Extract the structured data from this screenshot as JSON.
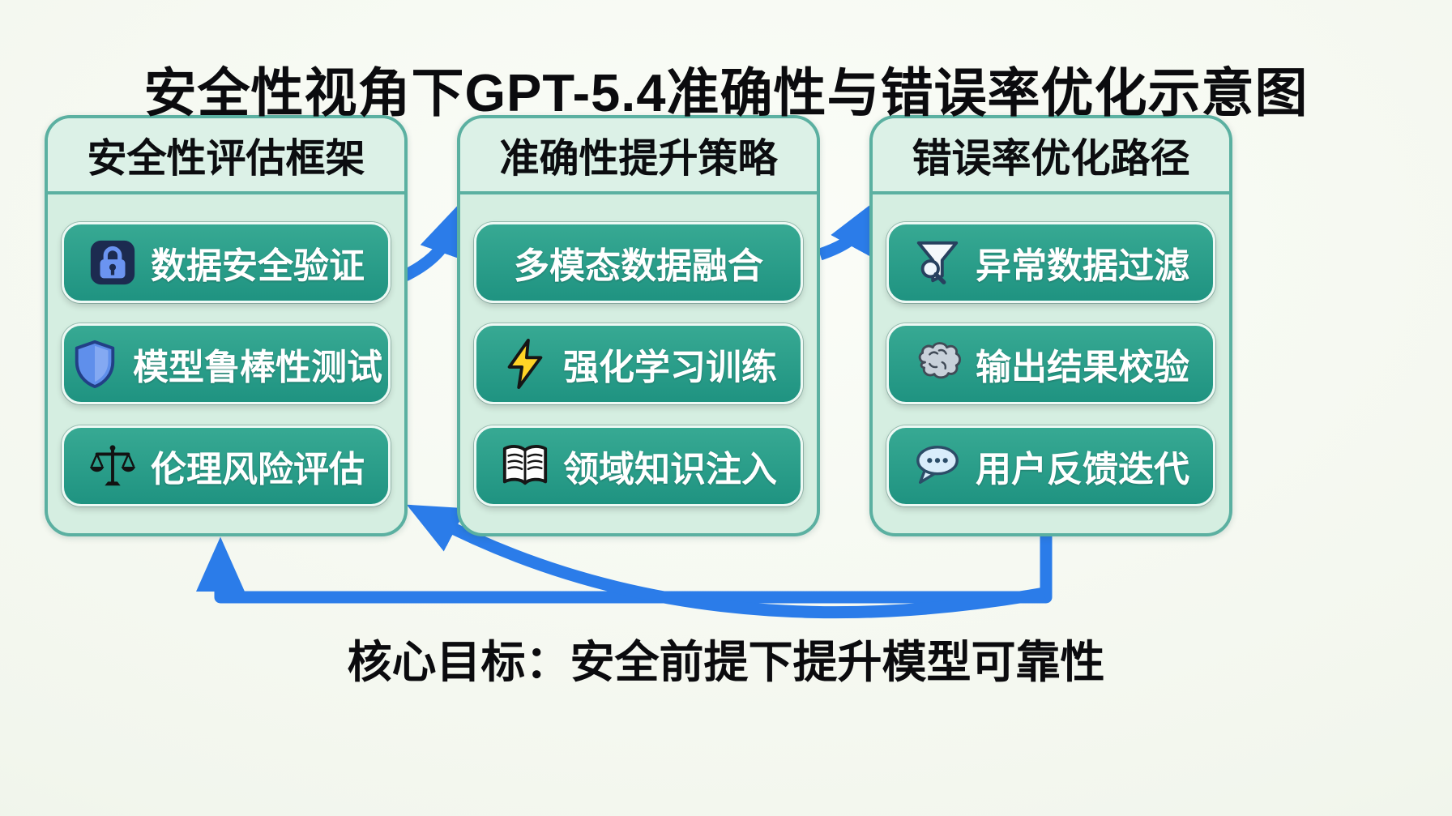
{
  "title": "安全性视角下GPT-5.4准确性与错误率优化示意图",
  "footer": "核心目标：安全前提下提升模型可靠性",
  "colors": {
    "arrow-color": "#2b7ce9",
    "pill-top": "#37a993",
    "pill-bottom": "#1f9381",
    "panel-bg": "#d5eee1",
    "panel-header-bg": "#dcf1e7",
    "panel-border": "#5bb0a1"
  },
  "columns": [
    {
      "id": "safety",
      "header": "安全性评估框架",
      "items": [
        {
          "icon": "lock-icon",
          "label": "数据安全验证"
        },
        {
          "icon": "shield-icon",
          "label": "模型鲁棒性测试"
        },
        {
          "icon": "scales-icon",
          "label": "伦理风险评估"
        }
      ]
    },
    {
      "id": "accuracy",
      "header": "准确性提升策略",
      "items": [
        {
          "icon": "",
          "label": "多模态数据融合"
        },
        {
          "icon": "lightning-icon",
          "label": "强化学习训练"
        },
        {
          "icon": "book-icon",
          "label": "领域知识注入"
        }
      ]
    },
    {
      "id": "error-rate",
      "header": "错误率优化路径",
      "items": [
        {
          "icon": "funnel-icon",
          "label": "异常数据过滤"
        },
        {
          "icon": "brain-icon",
          "label": "输出结果校验"
        },
        {
          "icon": "chat-icon",
          "label": "用户反馈迭代"
        }
      ]
    }
  ]
}
